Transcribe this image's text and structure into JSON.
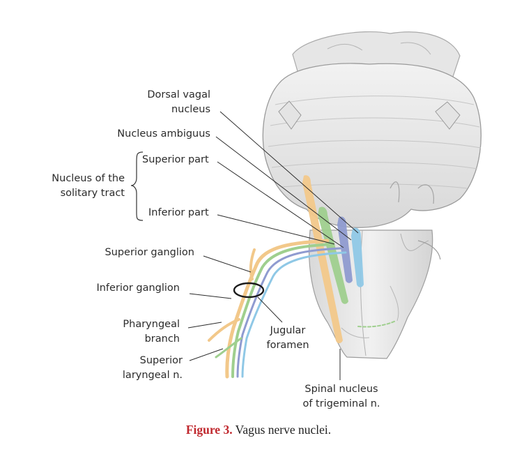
{
  "labels": {
    "dorsal_vagal": [
      "Dorsal vagal",
      "nucleus"
    ],
    "nucleus_ambiguus": "Nucleus ambiguus",
    "superior_part": "Superior part",
    "nucleus_solitary": [
      "Nucleus of the",
      "solitary tract"
    ],
    "inferior_part": "Inferior part",
    "superior_ganglion": "Superior ganglion",
    "inferior_ganglion": "Inferior ganglion",
    "pharyngeal_branch": [
      "Pharyngeal",
      "branch"
    ],
    "superior_laryngeal": [
      "Superior",
      "laryngeal n."
    ],
    "jugular_foramen": [
      "Jugular",
      "foramen"
    ],
    "spinal_nucleus": [
      "Spinal nucleus",
      "of trigeminal n."
    ]
  },
  "caption": {
    "figure": "Figure 3.",
    "text": " Vagus nerve nuclei."
  },
  "colors": {
    "trigeminal": "#f2c88a",
    "solitary": "#9fcf8e",
    "ambiguus": "#8f9bd0",
    "dorsal_vagal": "#8fc8e6",
    "brainstem": "#e8e8e8",
    "caption_accent": "#c0282e"
  }
}
